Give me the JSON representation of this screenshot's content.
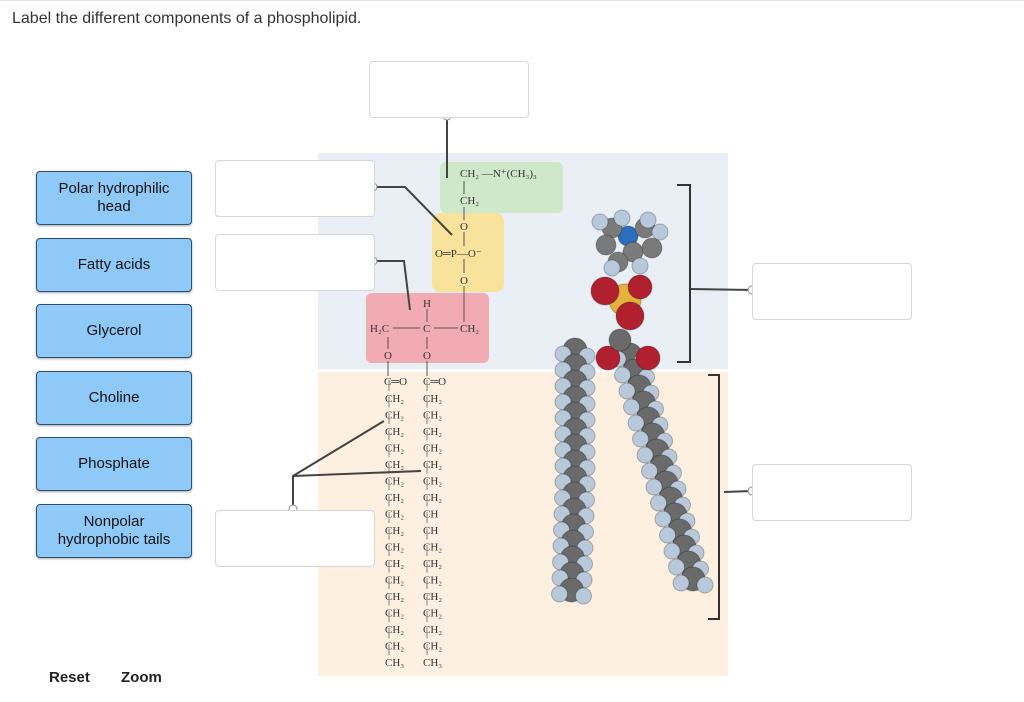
{
  "prompt": "Label the different components of a phospholipid.",
  "labels": [
    "Polar hydrophilic head",
    "Fatty acids",
    "Glycerol",
    "Choline",
    "Phosphate",
    "Nonpolar hydrophobic tails"
  ],
  "buttons": {
    "reset": "Reset",
    "zoom": "Zoom"
  },
  "diagram": {
    "choline_formula": "CH₂ —N⁺(CH₃)₃",
    "choline_ch2": "CH₂",
    "phosphate_o_top": "O",
    "phosphate_row": "O═P—O⁻",
    "phosphate_o_bottom": "O",
    "glycerol_h": "H",
    "glycerol_left": "H₂C",
    "glycerol_center": "C",
    "glycerol_right": "CH₂",
    "ester_o": "O",
    "carbonyl": "C═O",
    "tail_left": [
      "CH₂",
      "CH₂",
      "CH₂",
      "CH₂",
      "CH₂",
      "CH₂",
      "CH₂",
      "CH₂",
      "CH₂",
      "CH₂",
      "CH₂",
      "CH₂",
      "CH₂",
      "CH₂",
      "CH₂",
      "CH₂",
      "CH₃"
    ],
    "tail_right": [
      "CH₂",
      "CH₂",
      "CH₂",
      "CH₂",
      "CH₂",
      "CH₂",
      "CH₂",
      "CH",
      "CH",
      "CH₂",
      "CH₂",
      "CH₂",
      "CH₂",
      "CH₂",
      "CH₂",
      "CH₂",
      "CH₃"
    ]
  },
  "colors": {
    "head_region": "#eaeff6",
    "tail_region": "#fdf0e0",
    "choline": "#cfe8c9",
    "phosphate": "#f8e29c",
    "glycerol": "#f2aab3",
    "chip": "#8ec9f7"
  }
}
